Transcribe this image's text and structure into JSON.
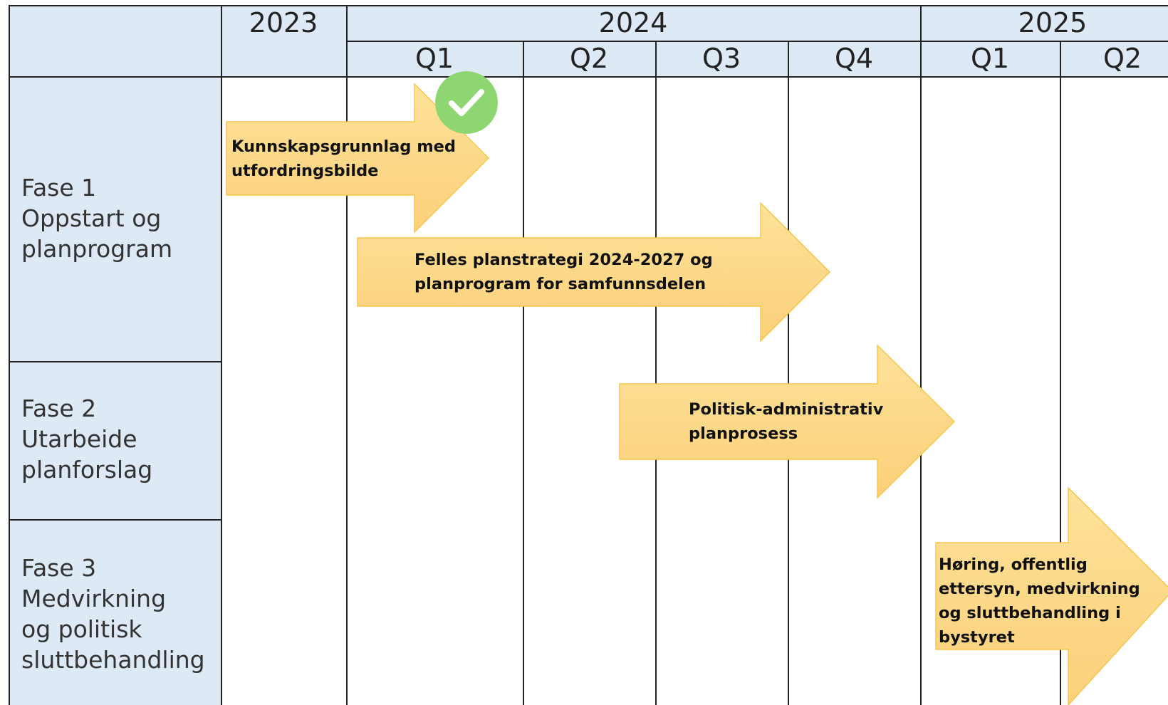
{
  "header": {
    "years": [
      "2023",
      "2024",
      "2025"
    ],
    "quarters": [
      "Q1",
      "Q2",
      "Q3",
      "Q4",
      "Q1",
      "Q2"
    ]
  },
  "phases": [
    {
      "lines": [
        "Fase 1",
        "Oppstart og",
        "planprogram"
      ]
    },
    {
      "lines": [
        "Fase 2",
        "Utarbeide",
        "planforslag"
      ]
    },
    {
      "lines": [
        "Fase 3",
        "Medvirkning",
        "og politisk",
        "sluttbehandling"
      ]
    }
  ],
  "activities": [
    {
      "lines": [
        "Kunnskapsgrunnlag med",
        "utfordringsbilde"
      ],
      "completed": true
    },
    {
      "lines": [
        "Felles planstrategi 2024-2027 og",
        "planprogram for samfunnsdelen"
      ]
    },
    {
      "lines": [
        "Politisk-administrativ",
        "planprosess"
      ]
    },
    {
      "lines": [
        "Høring, offentlig",
        "ettersyn, medvirkning",
        "og sluttbehandling i",
        "bystyret"
      ]
    }
  ],
  "colors": {
    "header_fill": "#dde9f5",
    "arrow_fill_top": "#fde29a",
    "arrow_fill_bottom": "#fcd07a",
    "arrow_stroke": "#f8c548",
    "check_fill": "#8dd672"
  },
  "icons": {
    "completed": "check-icon"
  }
}
